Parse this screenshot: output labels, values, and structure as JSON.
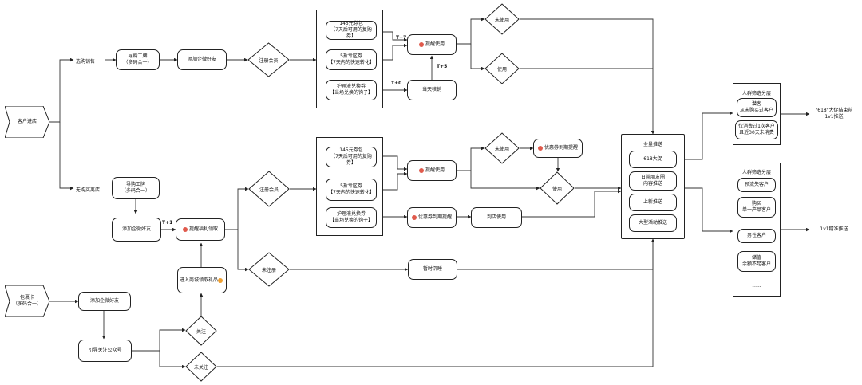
{
  "nodes": {
    "customer_store": "客户进店",
    "shop_sale": "选购销售",
    "no_purchase_store": "无购买离店",
    "guide_badge_top": "导购工牌\n（多码合一）",
    "add_wechat_top": "添加企微好友",
    "register_top": "注册会员",
    "voucher145_top": "145元券包\n【7天后可用的复购券】",
    "discount5_top": "5折专区券\n【7天内的快速转化】",
    "care_top": "护理液兑换券\n【当场兑换的钩子】",
    "remind_use_top": "提醒使用",
    "sameday_verify": "当天核销",
    "unused_top": "未使用",
    "used_top": "使用",
    "guide_badge_mid": "导购工牌\n（多码合一）",
    "add_wechat_mid": "添加企微好友",
    "remind_benefit": "提醒福利领取",
    "register_mid": "注册会员",
    "not_register": "未注册",
    "voucher145_mid": "145元券包\n【7天后可用的复购券】",
    "discount5_mid": "5折专区券\n【7天内的快速转化】",
    "care_mid": "护理液兑换券\n【当场兑换的钩子】",
    "remind_use_mid": "提醒使用",
    "expire_remind_a": "优惠券到期提醒",
    "expire_remind_b": "优惠券到期提醒",
    "store_use": "到店使用",
    "unused_mid": "未使用",
    "used_mid": "使用",
    "temp_dormant": "暂时沉睡",
    "mall_gift": "进入商城领取礼品",
    "package_card": "包裹卡\n（多码合一）",
    "add_wechat_bot": "添加企微好友",
    "guide_follow": "引导关注公众号",
    "follow": "关注",
    "not_follow": "未关注"
  },
  "push_panel": {
    "title": "全量推送",
    "items": [
      "618大促",
      "日常朋友圈\n内容推送",
      "上新推送",
      "大型活动推送"
    ]
  },
  "seg_panel_top": {
    "title": "人群筛选分层",
    "items": [
      "潜客\n从未购买过客户",
      "仅消费过1次客户\n且近30天未消费"
    ]
  },
  "seg_panel_bot": {
    "title": "人群筛选分层",
    "items": [
      "预流失客户",
      "购买\n单一产品客户",
      "男性客户",
      "储值\n余额不足客户",
      "......"
    ]
  },
  "after_618": "\"618\"大促结束前\n1v1推送",
  "precise_push": "1v1精准推送",
  "edge_labels": {
    "t7": "T+7",
    "t5": "T+5",
    "t0": "T+0",
    "t1": "T+1"
  }
}
